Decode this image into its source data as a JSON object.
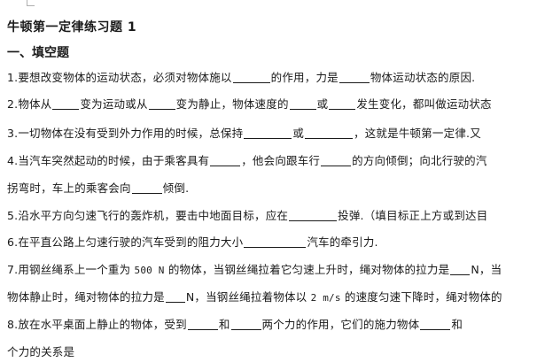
{
  "title": "牛顿第一定律练习题 1",
  "section": "一、填空题",
  "q1": {
    "a": "1.要想改变物体的运动状态，必须对物体施以",
    "b": "的作用，力是",
    "c": "物体运动状态的原因."
  },
  "q2": {
    "a": "2.物体从",
    "b": "变为运动或从",
    "c": "变为静止，物体速度的",
    "d": "或",
    "e": "发生变化，都叫做运动状态"
  },
  "q3": {
    "a": "3.一切物体在没有受到外力作用的时候，总保持",
    "b": "或",
    "c": "，这就是牛顿第一定律.又"
  },
  "q4": {
    "a": "4.当汽车突然起动的时候，由于乘客具有",
    "b": "，他会向跟车行",
    "c": "的方向倾倒；向北行驶的汽",
    "d": "拐弯时，车上的乘客会向",
    "e": "倾倒."
  },
  "q5": {
    "a": "5.沿水平方向匀速飞行的轰炸机，要击中地面目标，应在",
    "b": "投弹.（填目标正上方或到达目"
  },
  "q6": {
    "a": "6.在平直公路上匀速行驶的汽车受到的阻力大小",
    "b": "汽车的牵引力."
  },
  "q7": {
    "a": "7.用钢丝绳系上一个重为",
    "b": "500 N",
    "c": "的物体，当钢丝绳拉着它匀速上升时，绳对物体的拉力是",
    "d": "N，当",
    "e": "物体静止时，绳对物体的拉力是",
    "f": "N，当钢丝绳拉着物体以",
    "g": "2 m/s",
    "h": "的速度匀速下降时，绳对物体的"
  },
  "q8": {
    "a": "8.放在水平桌面上静止的物体，受到",
    "b": "和",
    "c": "两个力的作用，它们的施力物体",
    "d": "和",
    "e": "个力的关系是"
  }
}
